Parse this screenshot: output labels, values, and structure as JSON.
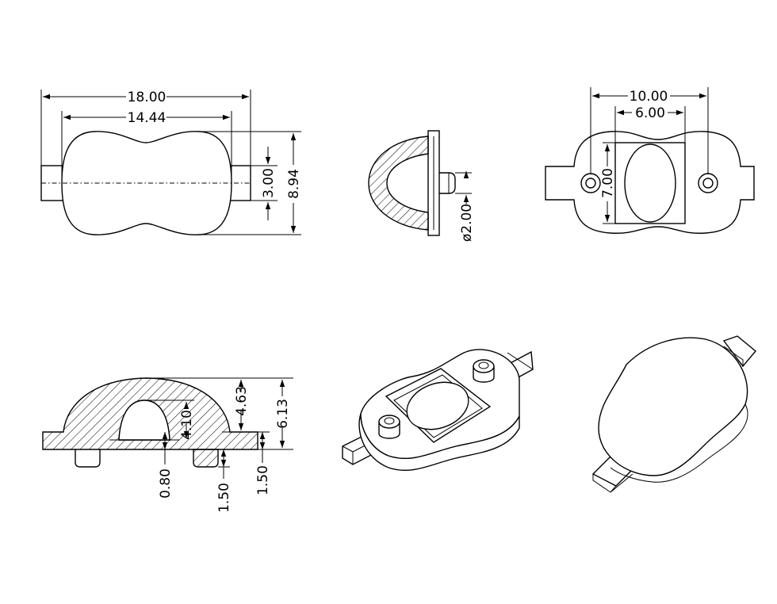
{
  "dimensions": {
    "top_view": {
      "overall_width": "18.00",
      "lens_width": "14.44",
      "tab_height": "3.00",
      "overall_height": "8.94"
    },
    "side_view": {
      "pin_diameter": "ø2.00"
    },
    "bottom_view": {
      "hole_spacing": "10.00",
      "window_width": "6.00",
      "window_height": "7.00"
    },
    "section_view": {
      "height_4_63": "4.63",
      "height_6_13": "6.13",
      "cavity_height": "4.10",
      "depth_0_80": "0.80",
      "depth_1_50_a": "1.50",
      "depth_1_50_b": "1.50"
    }
  },
  "colors": {
    "line": "#000000",
    "background": "#ffffff"
  }
}
